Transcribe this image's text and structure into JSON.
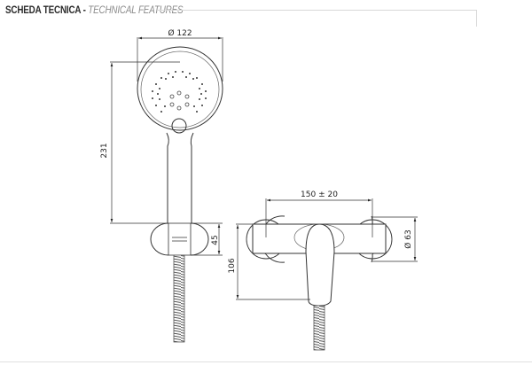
{
  "header": {
    "title": "SCHEDA TECNICA",
    "separator": " - ",
    "subtitle": "TECHNICAL FEATURES"
  },
  "drawing": {
    "handshower": {
      "diameter_label": "Ø 122",
      "height_label": "231",
      "holder_label": "45"
    },
    "mixer": {
      "centers_label": "150 ± 20",
      "flange_label": "Ø 63",
      "height_label": "106"
    }
  },
  "colors": {
    "line": "#333333",
    "light_line": "#d8d8d8",
    "title": "#2b2b2b",
    "subtitle": "#8a8a8a"
  }
}
